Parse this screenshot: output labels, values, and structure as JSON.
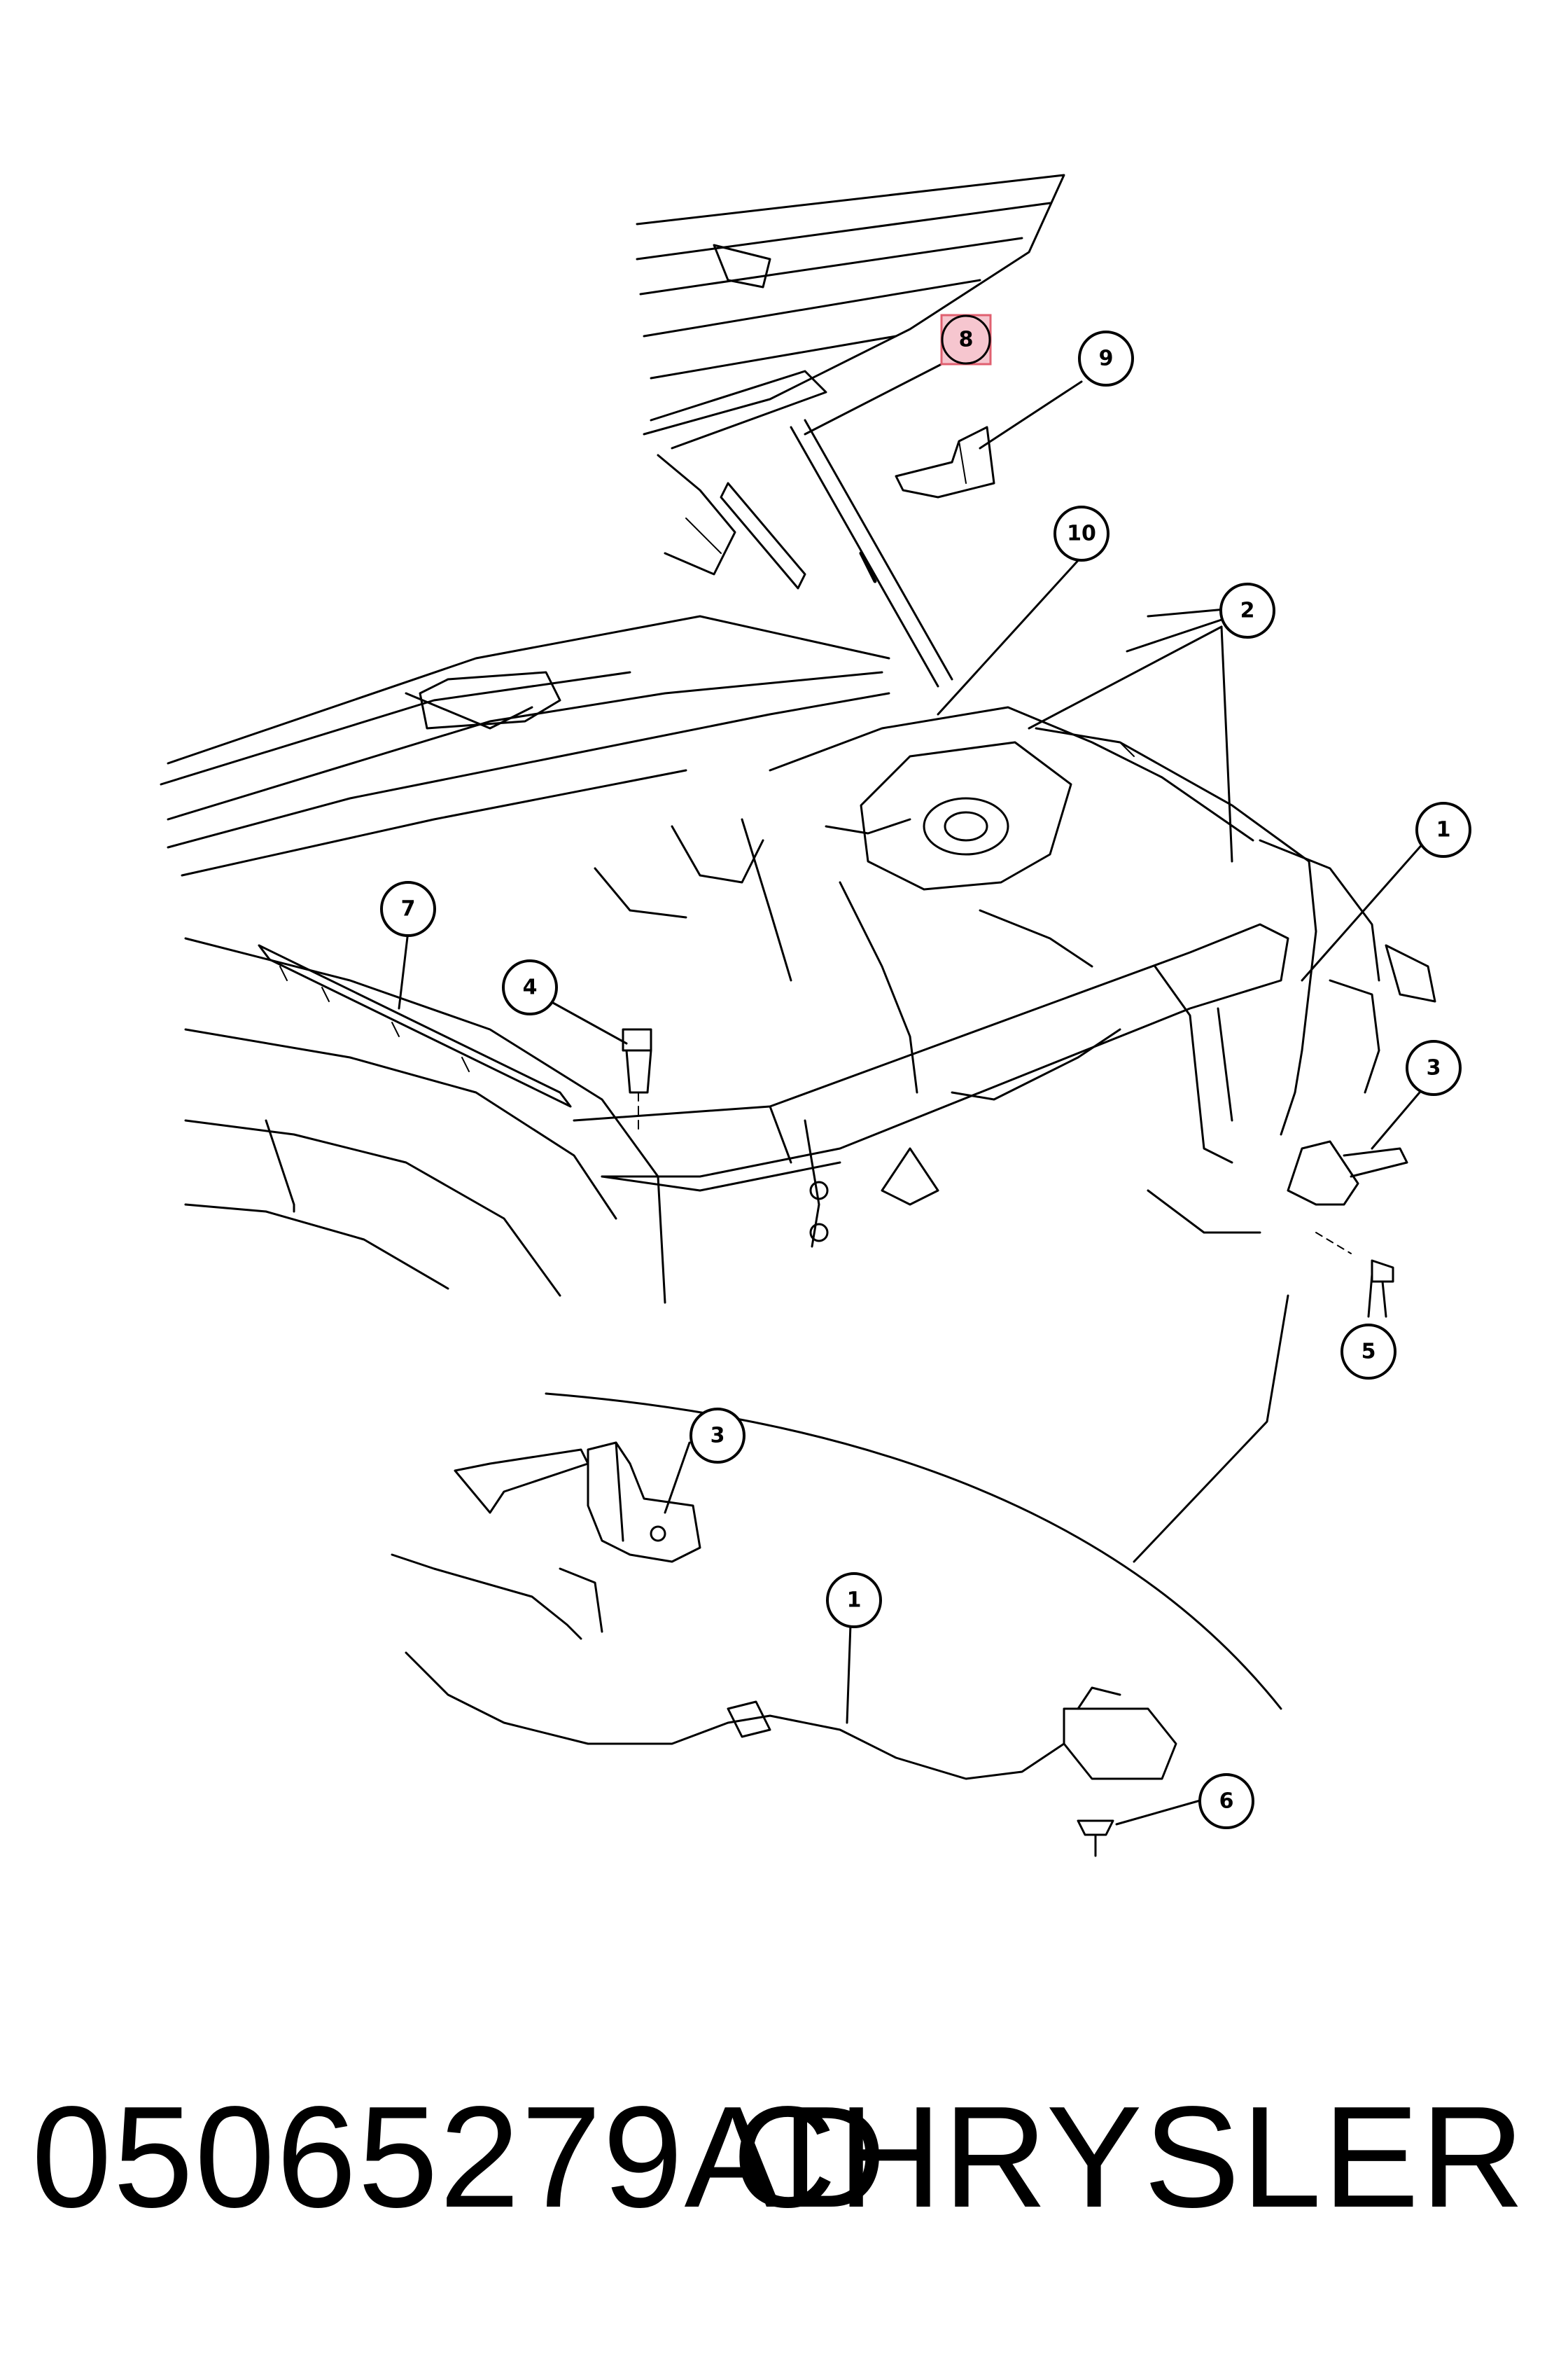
{
  "part": {
    "number": "05065279AD",
    "brand": "CHRYSLER"
  },
  "callouts": [
    {
      "id": "c8",
      "label": "8",
      "highlighted": true
    },
    {
      "id": "c9",
      "label": "9"
    },
    {
      "id": "c10",
      "label": "10"
    },
    {
      "id": "c2",
      "label": "2"
    },
    {
      "id": "c1a",
      "label": "1"
    },
    {
      "id": "c7",
      "label": "7"
    },
    {
      "id": "c4",
      "label": "4"
    },
    {
      "id": "c3a",
      "label": "3"
    },
    {
      "id": "c5",
      "label": "5"
    },
    {
      "id": "c3b",
      "label": "3"
    },
    {
      "id": "c1b",
      "label": "1"
    },
    {
      "id": "c6",
      "label": "6"
    }
  ],
  "colors": {
    "line": "#000000",
    "highlight_fill": "#f6c6cf",
    "highlight_stroke": "#e06070"
  }
}
